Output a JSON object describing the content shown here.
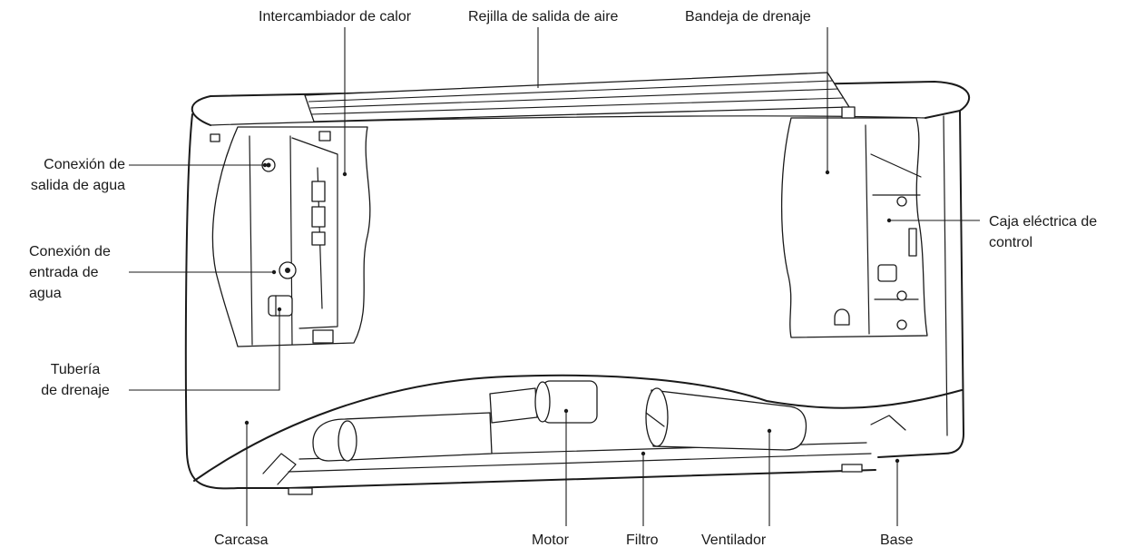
{
  "labels": {
    "heat_exchanger": "Intercambiador de calor",
    "air_outlet_grille": "Rejilla de salida de aire",
    "drain_tray": "Bandeja de drenaje",
    "water_outlet": [
      "Conexión de",
      "salida de agua"
    ],
    "water_inlet": [
      "Conexión de",
      "entrada de",
      "agua"
    ],
    "drain_pipe": [
      "Tubería",
      "de drenaje"
    ],
    "control_box": [
      "Caja eléctrica de",
      "control"
    ],
    "casing": "Carcasa",
    "motor": "Motor",
    "filter": "Filtro",
    "fan": "Ventilador",
    "base": "Base"
  },
  "colors": {
    "line": "#1a1a1a",
    "background": "#ffffff"
  }
}
